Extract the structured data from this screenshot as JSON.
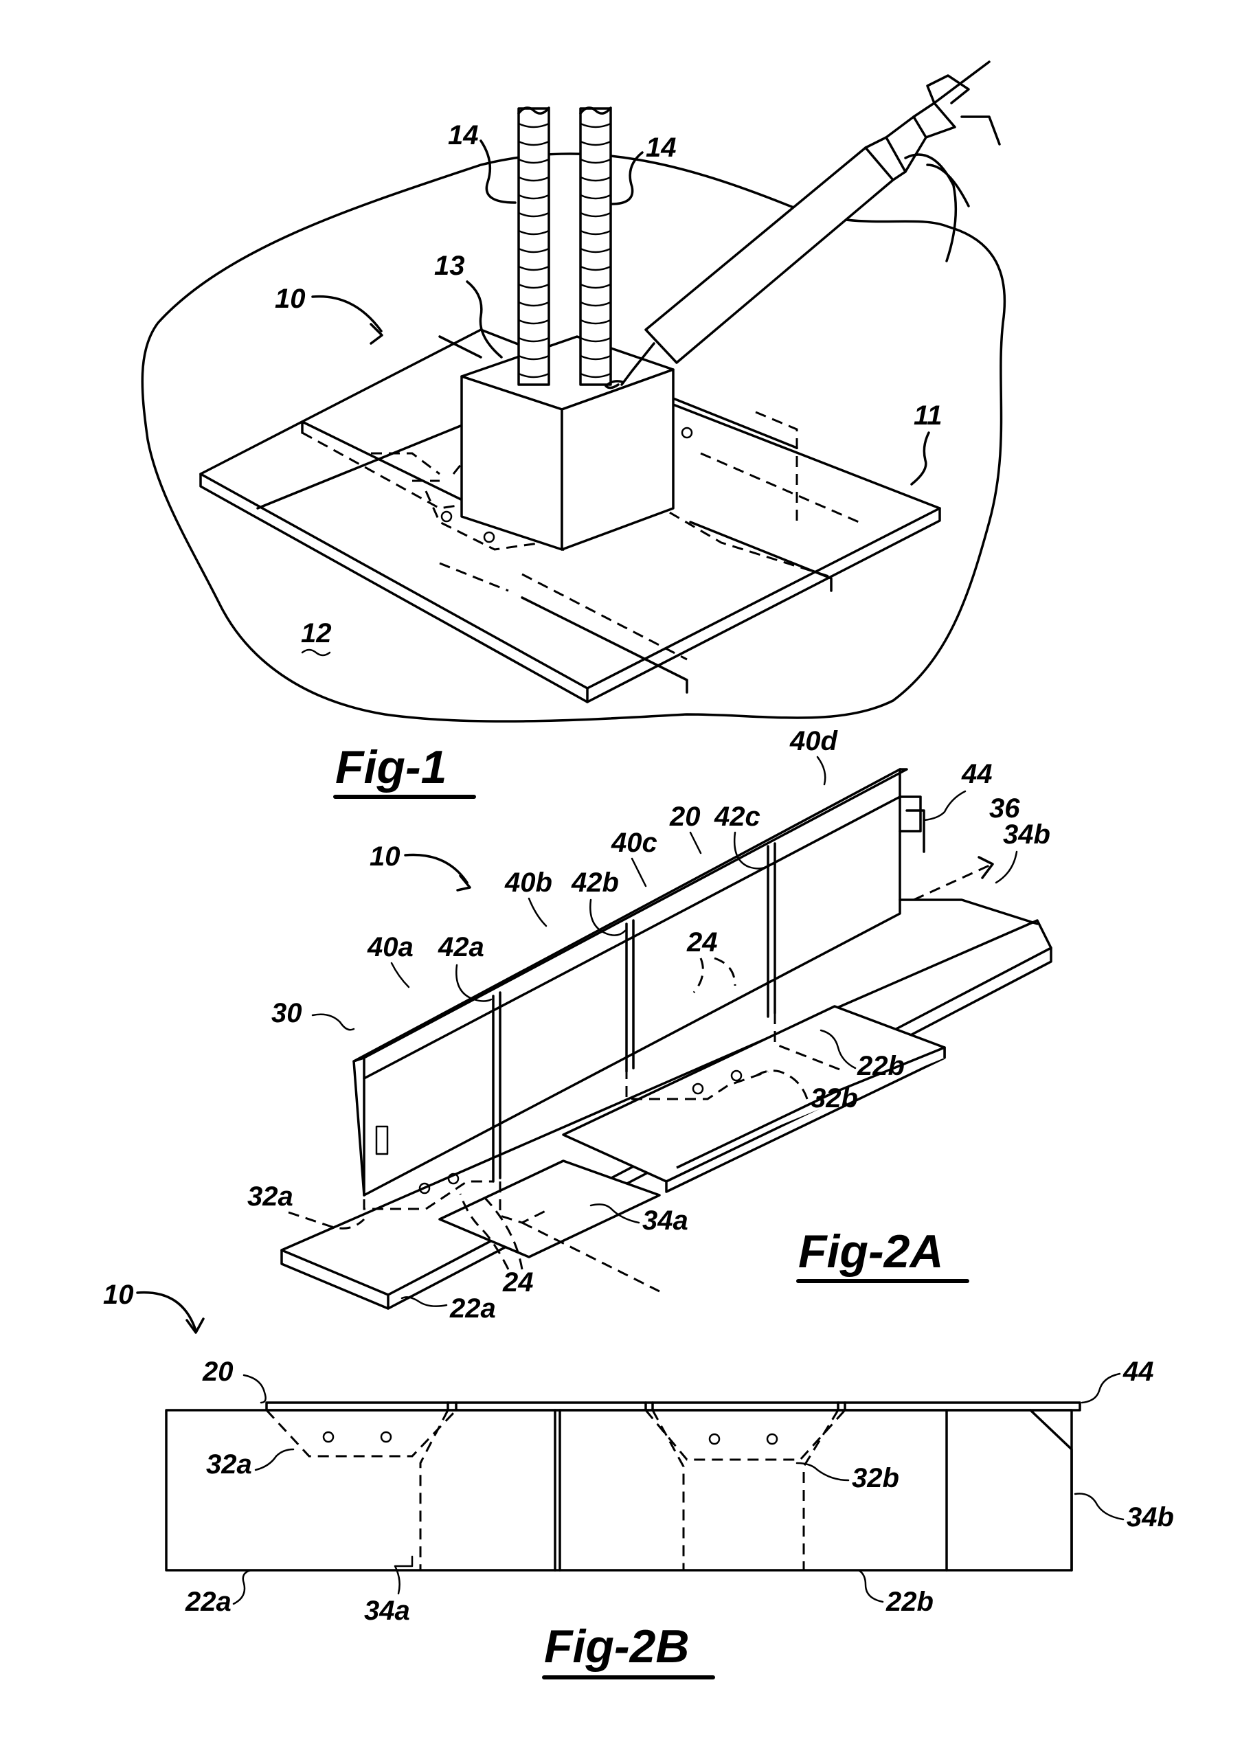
{
  "fig1": {
    "caption": "Fig-1",
    "labels": {
      "rebar_left": "14",
      "rebar_right": "14",
      "assembly": "10",
      "grout_block": "13",
      "base_plate": "11",
      "ground": "12"
    }
  },
  "fig2a": {
    "caption": "Fig-2A",
    "labels": {
      "l40d": "40d",
      "l44": "44",
      "l36": "36",
      "l20": "20",
      "l42c": "42c",
      "l40c": "40c",
      "l34b": "34b",
      "l10": "10",
      "l40b": "40b",
      "l42b": "42b",
      "l24_top": "24",
      "l40a": "40a",
      "l42a": "42a",
      "l30": "30",
      "l22b": "22b",
      "l32b": "32b",
      "l32a": "32a",
      "l34a": "34a",
      "l24_bottom": "24",
      "l22a": "22a"
    }
  },
  "fig2b": {
    "caption": "Fig-2B",
    "labels": {
      "l10": "10",
      "l20": "20",
      "l44": "44",
      "l32a": "32a",
      "l32b": "32b",
      "l34b": "34b",
      "l22a": "22a",
      "l34a": "34a",
      "l22b": "22b"
    }
  }
}
